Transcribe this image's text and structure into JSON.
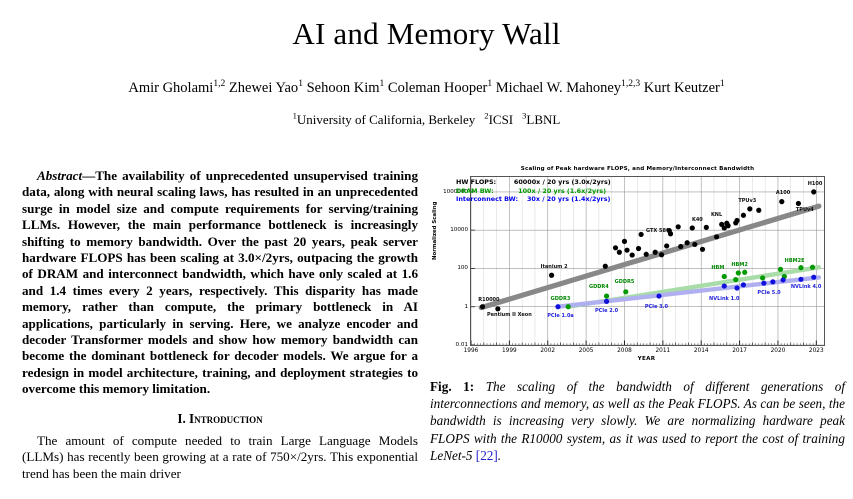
{
  "paper": {
    "title": "AI and Memory Wall",
    "authors": [
      {
        "name": "Amir Gholami",
        "sup": "1,2"
      },
      {
        "name": "Zhewei Yao",
        "sup": "1"
      },
      {
        "name": "Sehoon Kim",
        "sup": "1"
      },
      {
        "name": "Coleman Hooper",
        "sup": "1"
      },
      {
        "name": "Michael W. Mahoney",
        "sup": "1,2,3"
      },
      {
        "name": "Kurt Keutzer",
        "sup": "1"
      }
    ],
    "affiliations": [
      {
        "sup": "1",
        "name": "University of California, Berkeley"
      },
      {
        "sup": "2",
        "name": "ICSI"
      },
      {
        "sup": "3",
        "name": "LBNL"
      }
    ]
  },
  "abstract": {
    "label": "Abstract",
    "dash": "—",
    "text": "The availability of unprecedented unsupervised training data, along with neural scaling laws, has resulted in an unprecedented surge in model size and compute requirements for serving/training LLMs. However, the main performance bottleneck is increasingly shifting to memory bandwidth. Over the past 20 years, peak server hardware FLOPS has been scaling at 3.0×/2yrs, outpacing the growth of DRAM and interconnect bandwidth, which have only scaled at 1.6 and 1.4 times every 2 years, respectively. This disparity has made memory, rather than compute, the primary bottleneck in AI applications, particularly in serving. Here, we analyze encoder and decoder Transformer models and show how memory bandwidth can become the dominant bottleneck for decoder models. We argue for a redesign in model architecture, training, and deployment strategies to overcome this memory limitation."
  },
  "section": {
    "number": "I.",
    "title": "Introduction",
    "body": "The amount of compute needed to train Large Language Models (LLMs) has recently been growing at a rate of 750×/2yrs. This exponential trend has been the main driver"
  },
  "figure": {
    "caption_number": "Fig. 1:",
    "caption_text": "The scaling of the bandwidth of different generations of interconnections and memory, as well as the Peak FLOPS. As can be seen, the bandwidth is increasing very slowly. We are normalizing hardware peak FLOPS with the R10000 system, as it was used to report the cost of training LeNet-5 ",
    "caption_cite": "[22]",
    "caption_end": "."
  },
  "chart_data": {
    "type": "scatter",
    "title": "Scaling of Peak hardware FLOPS, and Memory/Interconnect Bandwidth",
    "xlabel": "YEAR",
    "ylabel": "Normalized Scaling",
    "xlim": [
      1996,
      2023.6
    ],
    "ylim": [
      0.01,
      6000000
    ],
    "yscale": "log",
    "xticks": [
      "1996",
      "1999",
      "2002",
      "2005",
      "2008",
      "2011",
      "2014",
      "2017",
      "2020",
      "2023"
    ],
    "xtick_values": [
      1996,
      1999,
      2002,
      2005,
      2008,
      2011,
      2014,
      2017,
      2020,
      2023
    ],
    "yticks": [
      "1000000",
      "10000",
      "100",
      "1",
      "0.01"
    ],
    "ytick_values": [
      1000000,
      10000,
      100,
      1,
      0.01
    ],
    "grid": true,
    "legend_position": "upper-left",
    "legend": [
      {
        "label": "HW FLOPS:",
        "value": "60000x / 20 yrs (3.0x/2yrs)",
        "color": "#000000"
      },
      {
        "label": "DRAM BW:",
        "value": "100x / 20 yrs (1.6x/2yrs)",
        "color": "#009900"
      },
      {
        "label": "Interconnect BW:",
        "value": "30x / 20 yrs (1.4x/2yrs)",
        "color": "#0000ee"
      }
    ],
    "series": [
      {
        "name": "HW FLOPS",
        "color": "#000000",
        "trend_color": "#888888",
        "trend": [
          [
            1996.8,
            0.9
          ],
          [
            2023.2,
            180000.0
          ]
        ],
        "points": [
          {
            "x": 1996.9,
            "y": 1.0,
            "label": "R10000",
            "lx": 1997.4,
            "ly": 2.3
          },
          {
            "x": 1998.1,
            "y": 0.78,
            "label": "Pentium II Xeon",
            "lx": 1999.0,
            "ly": 0.38
          },
          {
            "x": 2002.3,
            "y": 44.0,
            "label": "Itanium 2",
            "lx": 2002.5,
            "ly": 120.0
          },
          {
            "x": 2006.5,
            "y": 130.0,
            "label": "",
            "lx": 0,
            "ly": 0
          },
          {
            "x": 2007.3,
            "y": 1200.0,
            "label": "",
            "lx": 0,
            "ly": 0
          },
          {
            "x": 2007.6,
            "y": 700.0,
            "label": "",
            "lx": 0,
            "ly": 0
          },
          {
            "x": 2008.0,
            "y": 2600.0,
            "label": "",
            "lx": 0,
            "ly": 0
          },
          {
            "x": 2008.2,
            "y": 900.0,
            "label": "",
            "lx": 0,
            "ly": 0
          },
          {
            "x": 2008.6,
            "y": 500.0,
            "label": "",
            "lx": 0,
            "ly": 0
          },
          {
            "x": 2009.1,
            "y": 1100.0,
            "label": "",
            "lx": 0,
            "ly": 0
          },
          {
            "x": 2009.3,
            "y": 6000.0,
            "label": "",
            "lx": 0,
            "ly": 0
          },
          {
            "x": 2009.7,
            "y": 550.0,
            "label": "",
            "lx": 0,
            "ly": 0
          },
          {
            "x": 2010.4,
            "y": 700.0,
            "label": "",
            "lx": 0,
            "ly": 0
          },
          {
            "x": 2010.9,
            "y": 520.0,
            "label": "",
            "lx": 0,
            "ly": 0
          },
          {
            "x": 2011.3,
            "y": 1500.0,
            "label": "GTX 580",
            "lx": 2010.6,
            "ly": 9000.0
          },
          {
            "x": 2011.5,
            "y": 9500.0,
            "label": "",
            "lx": 0,
            "ly": 0
          },
          {
            "x": 2011.6,
            "y": 6500.0,
            "label": "",
            "lx": 0,
            "ly": 0
          },
          {
            "x": 2012.2,
            "y": 15000.0,
            "label": "",
            "lx": 0,
            "ly": 0
          },
          {
            "x": 2012.4,
            "y": 1400.0,
            "label": "",
            "lx": 0,
            "ly": 0
          },
          {
            "x": 2012.9,
            "y": 2200.0,
            "label": "",
            "lx": 0,
            "ly": 0
          },
          {
            "x": 2013.3,
            "y": 13000.0,
            "label": "K40",
            "lx": 2013.7,
            "ly": 34000.0
          },
          {
            "x": 2013.5,
            "y": 1800.0,
            "label": "",
            "lx": 0,
            "ly": 0
          },
          {
            "x": 2014.1,
            "y": 1000.0,
            "label": "",
            "lx": 0,
            "ly": 0
          },
          {
            "x": 2014.4,
            "y": 14000.0,
            "label": "",
            "lx": 0,
            "ly": 0
          },
          {
            "x": 2015.2,
            "y": 4500.0,
            "label": "",
            "lx": 0,
            "ly": 0
          },
          {
            "x": 2015.6,
            "y": 20000.0,
            "label": "",
            "lx": 0,
            "ly": 0
          },
          {
            "x": 2015.8,
            "y": 13000.0,
            "label": "",
            "lx": 0,
            "ly": 0
          },
          {
            "x": 2016.0,
            "y": 23000.0,
            "label": "KNL",
            "lx": 2015.2,
            "ly": 60000.0
          },
          {
            "x": 2016.1,
            "y": 17000.0,
            "label": "",
            "lx": 0,
            "ly": 0
          },
          {
            "x": 2016.7,
            "y": 24000.0,
            "label": "",
            "lx": 0,
            "ly": 0
          },
          {
            "x": 2016.8,
            "y": 32000.0,
            "label": "",
            "lx": 0,
            "ly": 0
          },
          {
            "x": 2017.3,
            "y": 60000.0,
            "label": "",
            "lx": 0,
            "ly": 0
          },
          {
            "x": 2017.8,
            "y": 130000.0,
            "label": "TPUv3",
            "lx": 2017.6,
            "ly": 340000.0
          },
          {
            "x": 2018.5,
            "y": 110000.0,
            "label": "",
            "lx": 0,
            "ly": 0
          },
          {
            "x": 2020.3,
            "y": 310000.0,
            "label": "A100",
            "lx": 2020.4,
            "ly": 900000.0
          },
          {
            "x": 2021.6,
            "y": 250000.0,
            "label": "TPUv4",
            "lx": 2022.1,
            "ly": 110000.0
          },
          {
            "x": 2022.8,
            "y": 1000000.0,
            "label": "H100",
            "lx": 2022.9,
            "ly": 2600000.0
          }
        ]
      },
      {
        "name": "DRAM BW",
        "color": "#009900",
        "trend_color": "#a8dca8",
        "trend": [
          [
            2003.6,
            1.0
          ],
          [
            2023.2,
            115.0
          ]
        ],
        "points": [
          {
            "x": 2003.6,
            "y": 1.0,
            "label": "GDDR3",
            "lx": 2003.0,
            "ly": 2.6
          },
          {
            "x": 2006.6,
            "y": 3.6,
            "label": "GDDR4",
            "lx": 2006.0,
            "ly": 11.0
          },
          {
            "x": 2008.1,
            "y": 6.0,
            "label": "GDDR5",
            "lx": 2008.0,
            "ly": 19.0
          },
          {
            "x": 2015.8,
            "y": 38.0,
            "label": "HBM",
            "lx": 2015.3,
            "ly": 110.0
          },
          {
            "x": 2016.7,
            "y": 26.0,
            "label": "",
            "lx": 0,
            "ly": 0
          },
          {
            "x": 2016.9,
            "y": 58.0,
            "label": "HBM2",
            "lx": 2017.0,
            "ly": 160.0
          },
          {
            "x": 2017.4,
            "y": 63.0,
            "label": "",
            "lx": 0,
            "ly": 0
          },
          {
            "x": 2018.8,
            "y": 32.0,
            "label": "",
            "lx": 0,
            "ly": 0
          },
          {
            "x": 2020.2,
            "y": 90.0,
            "label": "",
            "lx": 0,
            "ly": 0
          },
          {
            "x": 2020.5,
            "y": 38.0,
            "label": "",
            "lx": 0,
            "ly": 0
          },
          {
            "x": 2021.8,
            "y": 110.0,
            "label": "HBM2E",
            "lx": 2021.3,
            "ly": 260.0
          },
          {
            "x": 2022.7,
            "y": 115.0,
            "label": "",
            "lx": 0,
            "ly": 0
          }
        ]
      },
      {
        "name": "Interconnect BW",
        "color": "#1111dd",
        "trend_color": "#b0b0f0",
        "trend": [
          [
            2002.8,
            1.0
          ],
          [
            2023.2,
            34.0
          ]
        ],
        "points": [
          {
            "x": 2002.8,
            "y": 1.0,
            "label": "PCIe 1.0a",
            "lx": 2003.0,
            "ly": 0.33
          },
          {
            "x": 2006.6,
            "y": 1.9,
            "label": "PCIe 2.0",
            "lx": 2006.6,
            "ly": 0.62
          },
          {
            "x": 2010.7,
            "y": 3.6,
            "label": "PCIe 3.0",
            "lx": 2010.5,
            "ly": 0.93
          },
          {
            "x": 2015.8,
            "y": 12.0,
            "label": "NVLink 1.0",
            "lx": 2015.8,
            "ly": 2.6
          },
          {
            "x": 2016.8,
            "y": 9.5,
            "label": "",
            "lx": 0,
            "ly": 0
          },
          {
            "x": 2017.3,
            "y": 14.0,
            "label": "",
            "lx": 0,
            "ly": 0
          },
          {
            "x": 2018.9,
            "y": 17.0,
            "label": "",
            "lx": 0,
            "ly": 0
          },
          {
            "x": 2019.6,
            "y": 20.0,
            "label": "PCIe 5.0",
            "lx": 2019.3,
            "ly": 5.0
          },
          {
            "x": 2020.4,
            "y": 25.0,
            "label": "",
            "lx": 0,
            "ly": 0
          },
          {
            "x": 2021.8,
            "y": 27.0,
            "label": "",
            "lx": 0,
            "ly": 0
          },
          {
            "x": 2022.8,
            "y": 35.0,
            "label": "NVLink 4.0",
            "lx": 2022.2,
            "ly": 11.0
          }
        ]
      }
    ]
  }
}
